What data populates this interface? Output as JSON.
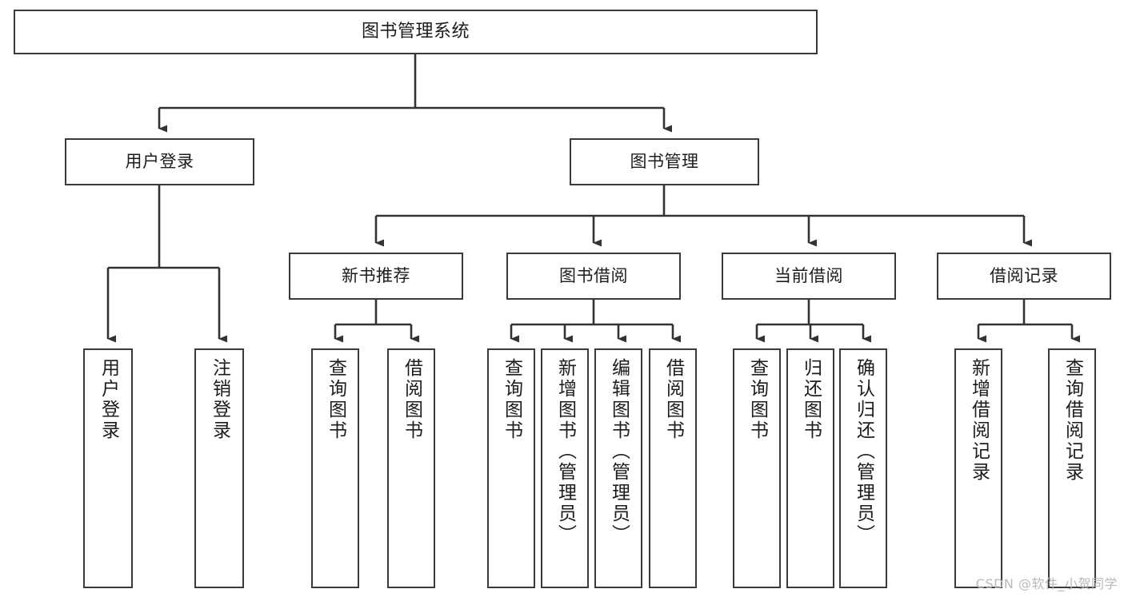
{
  "diagram": {
    "title": "图书管理系统",
    "type": "tree-structure-chart",
    "colors": {
      "box_border": "#3a3a3a",
      "box_fill": "#ffffff",
      "edge": "#333333",
      "text": "#1c1c1c",
      "watermark": "#b9b9b9",
      "background": "#ffffff"
    },
    "root": {
      "label": "图书管理系统"
    },
    "level2": [
      {
        "label": "用户登录"
      },
      {
        "label": "图书管理"
      }
    ],
    "level3": [
      {
        "label": "新书推荐"
      },
      {
        "label": "图书借阅"
      },
      {
        "label": "当前借阅"
      },
      {
        "label": "借阅记录"
      }
    ],
    "leaves": {
      "user_login": [
        {
          "label": "用户登录"
        },
        {
          "label": "注销登录"
        }
      ],
      "new_book_recommend": [
        {
          "label": "查询图书"
        },
        {
          "label": "借阅图书"
        }
      ],
      "book_borrow": [
        {
          "label": "查询图书"
        },
        {
          "label": "新增图书（管理员）"
        },
        {
          "label": "编辑图书（管理员）"
        },
        {
          "label": "借阅图书"
        }
      ],
      "current_borrow": [
        {
          "label": "查询图书"
        },
        {
          "label": "归还图书"
        },
        {
          "label": "确认归还（管理员）"
        }
      ],
      "borrow_record": [
        {
          "label": "新增借阅记录"
        },
        {
          "label": "查询借阅记录"
        }
      ]
    }
  },
  "watermark": {
    "text": "CSDN @软件_小贺同学"
  }
}
